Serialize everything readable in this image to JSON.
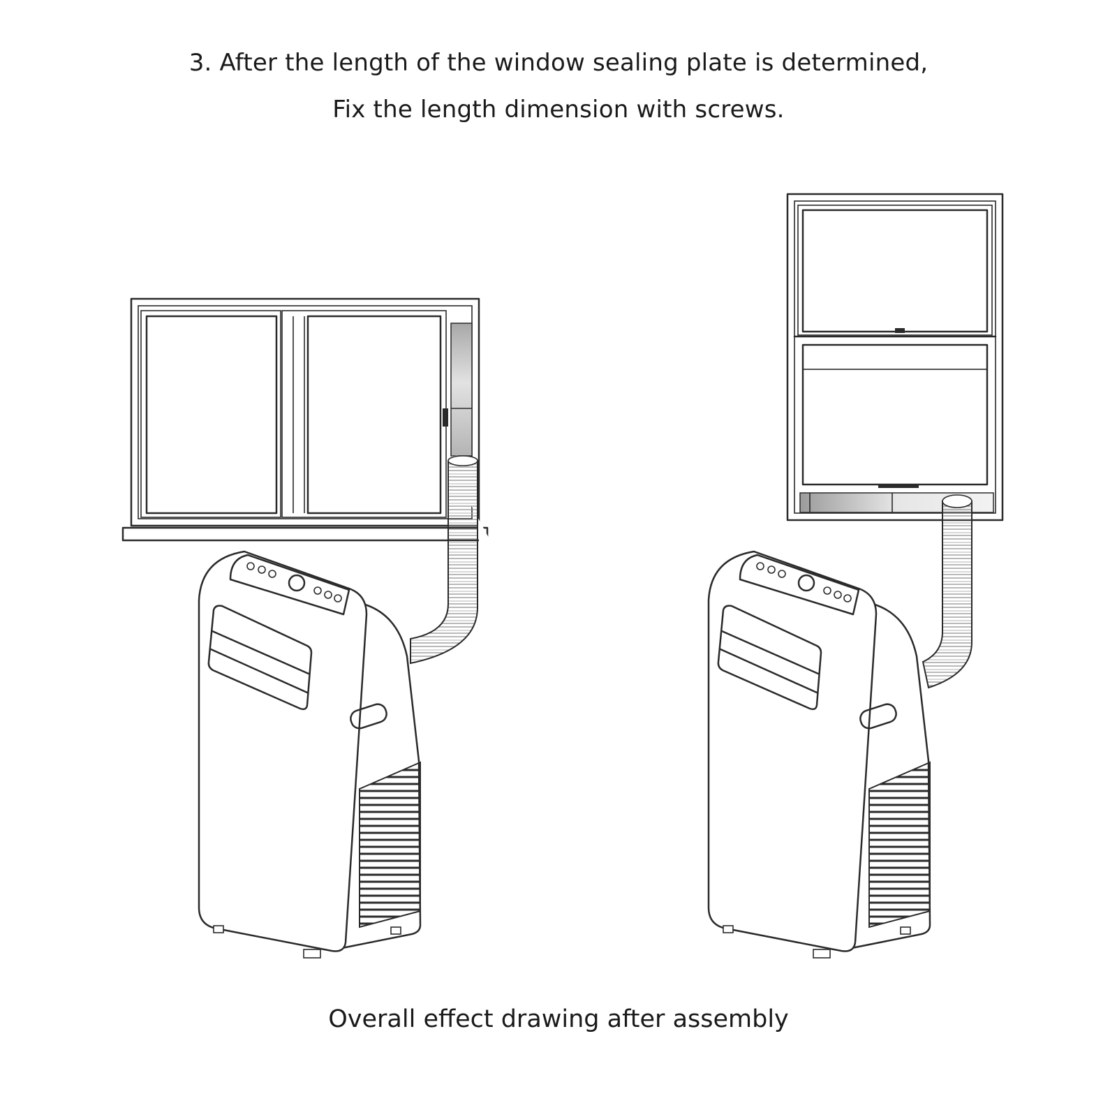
{
  "instruction": {
    "line1": "3. After the length of the window sealing plate is determined,",
    "line2": "Fix the length dimension with screws."
  },
  "caption": "Overall effect drawing after assembly",
  "colors": {
    "line": "#2a2a2a",
    "hose_rib": "#7a7a7a",
    "panel_grey": "#d0d0d0",
    "background": "#ffffff"
  },
  "illustrations": [
    {
      "name": "sliding-window-installation",
      "window_type": "horizontal sliding window",
      "unit": "portable air conditioner"
    },
    {
      "name": "hung-window-installation",
      "window_type": "vertical hung window",
      "unit": "portable air conditioner"
    }
  ]
}
